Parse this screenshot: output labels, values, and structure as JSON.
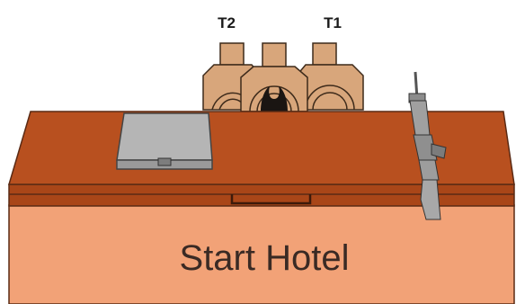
{
  "labels": {
    "target_left": "T2",
    "target_right": "T1",
    "desk_title": "Start Hotel"
  },
  "colors": {
    "desk_top": "#b8501f",
    "desk_edge": "#933a15",
    "desk_front": "#f2a277",
    "target_fill": "#d8a67b",
    "briefcase": "#b5b5b5"
  },
  "icons": [
    "target-silhouette-icon",
    "briefcase-icon",
    "rifle-icon"
  ]
}
